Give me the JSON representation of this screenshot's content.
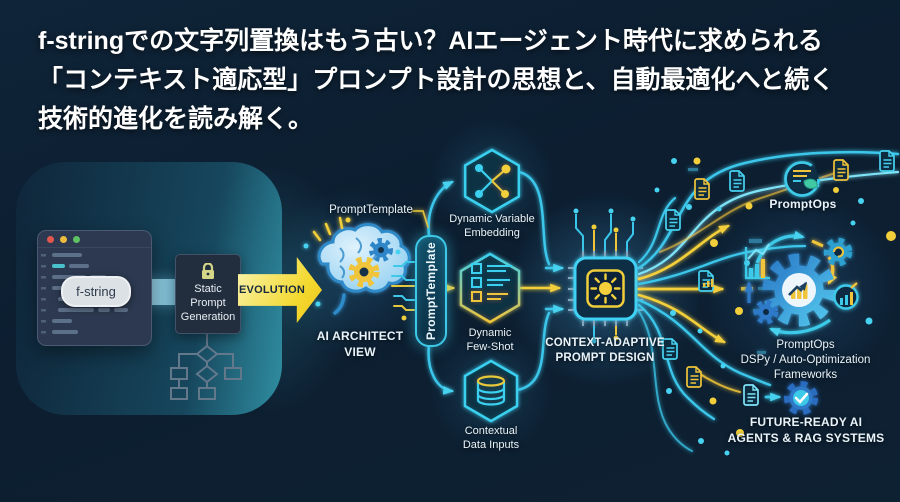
{
  "title": "f-stringでの文字列置換はもう古い？AIエージェント時代に求められる\n「コンテキスト適応型」プロンプト設計の思想と、自動最適化へと続く\n技術的進化を読み解く。",
  "legacy": {
    "fstring_label": "f-string",
    "static_box_label": "Static\nPrompt\nGeneration"
  },
  "evolution": {
    "label": "EVOLUTION"
  },
  "architect": {
    "label": "AI ARCHITECT\nVIEW"
  },
  "template": {
    "callout": "PromptTemplate",
    "bar_label": "PromptTemplate"
  },
  "inputs": {
    "variable": "Dynamic Variable\nEmbedding",
    "fewshot": "Dynamic\nFew-Shot",
    "contextual": "Contextual\nData Inputs"
  },
  "core": {
    "label": "CONTEXT-ADAPTIVE\nPROMPT DESIGN"
  },
  "outputs": {
    "promptops": "PromptOps",
    "frameworks": "PromptOps\nDSPy / Auto-Optimization\nFrameworks",
    "future": "FUTURE-READY AI\nAGENTS & RAG SYSTEMS"
  },
  "icons": {
    "legacy_lock": "lock",
    "architect": "brain-with-gears",
    "variable": "molecule",
    "fewshot": "checklist-document",
    "contextual": "database",
    "core": "chip-sun",
    "promptops": "document-leaf-cycle",
    "frameworks": "gear-chart-cycle",
    "future": "gear-checkmark",
    "evolution": "arrow-right"
  },
  "colors": {
    "background": "#0d1f31",
    "cyan": "#3cc9e8",
    "yellow": "#f2cf3a",
    "blue": "#2e7ac8",
    "panel_teal": "#2a87a0",
    "window": "#2c3950"
  }
}
